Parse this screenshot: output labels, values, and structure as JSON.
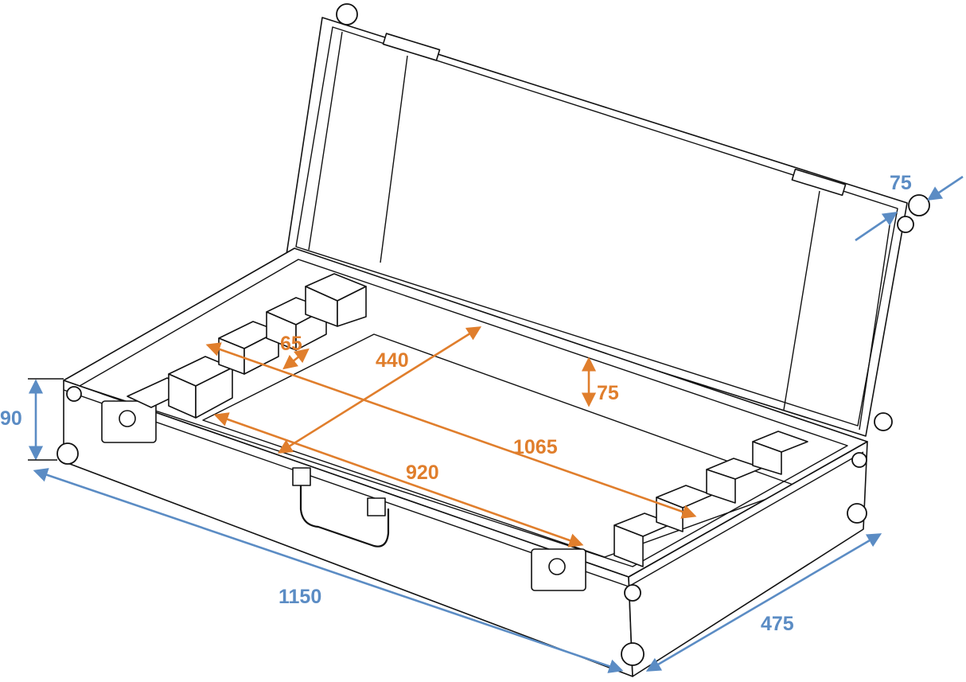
{
  "colors": {
    "outer_dimension": "#5b8cc4",
    "inner_dimension": "#e07e2c",
    "outline": "#111111"
  },
  "dimensions": {
    "lid_depth": "75",
    "outer_height": "90",
    "outer_length": "1150",
    "outer_width": "475",
    "inner_compartment_width": "440",
    "inner_depth": "75",
    "foam_block_height": "65",
    "inner_length": "1065",
    "compartment_length": "920"
  }
}
